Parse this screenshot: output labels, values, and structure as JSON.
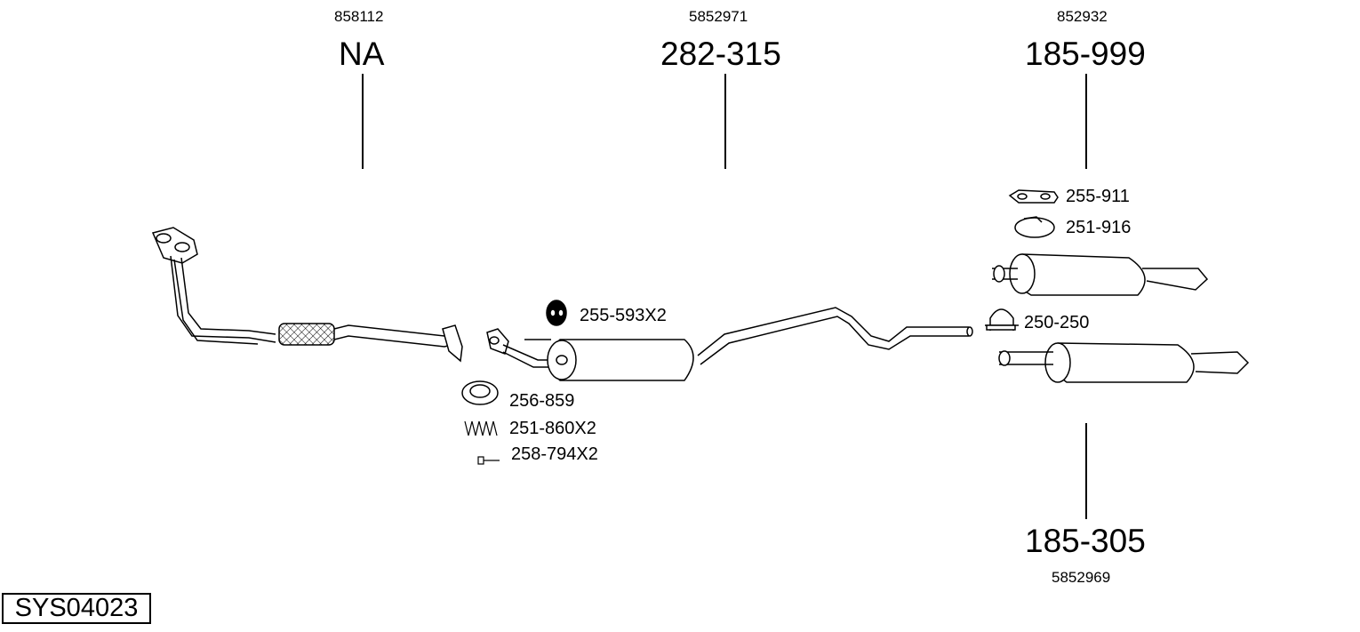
{
  "parts": {
    "downpipe": {
      "oem": "858112",
      "number": "NA"
    },
    "center_silencer": {
      "oem": "5852971",
      "number": "282-315"
    },
    "rear_silencer_upper": {
      "oem": "852932",
      "number": "185-999"
    },
    "rear_silencer_lower": {
      "oem": "5852969",
      "number": "185-305"
    }
  },
  "accessories": [
    {
      "label": "255-593X2",
      "icon": "rubber-mount-icon"
    },
    {
      "label": "256-859",
      "icon": "gasket-ring-icon"
    },
    {
      "label": "251-860X2",
      "icon": "spring-icon"
    },
    {
      "label": "258-794X2",
      "icon": "bolt-icon"
    },
    {
      "label": "255-911",
      "icon": "hanger-bracket-icon"
    },
    {
      "label": "251-916",
      "icon": "clamp-icon"
    },
    {
      "label": "250-250",
      "icon": "u-clamp-icon"
    }
  ],
  "system_code": "SYS04023"
}
